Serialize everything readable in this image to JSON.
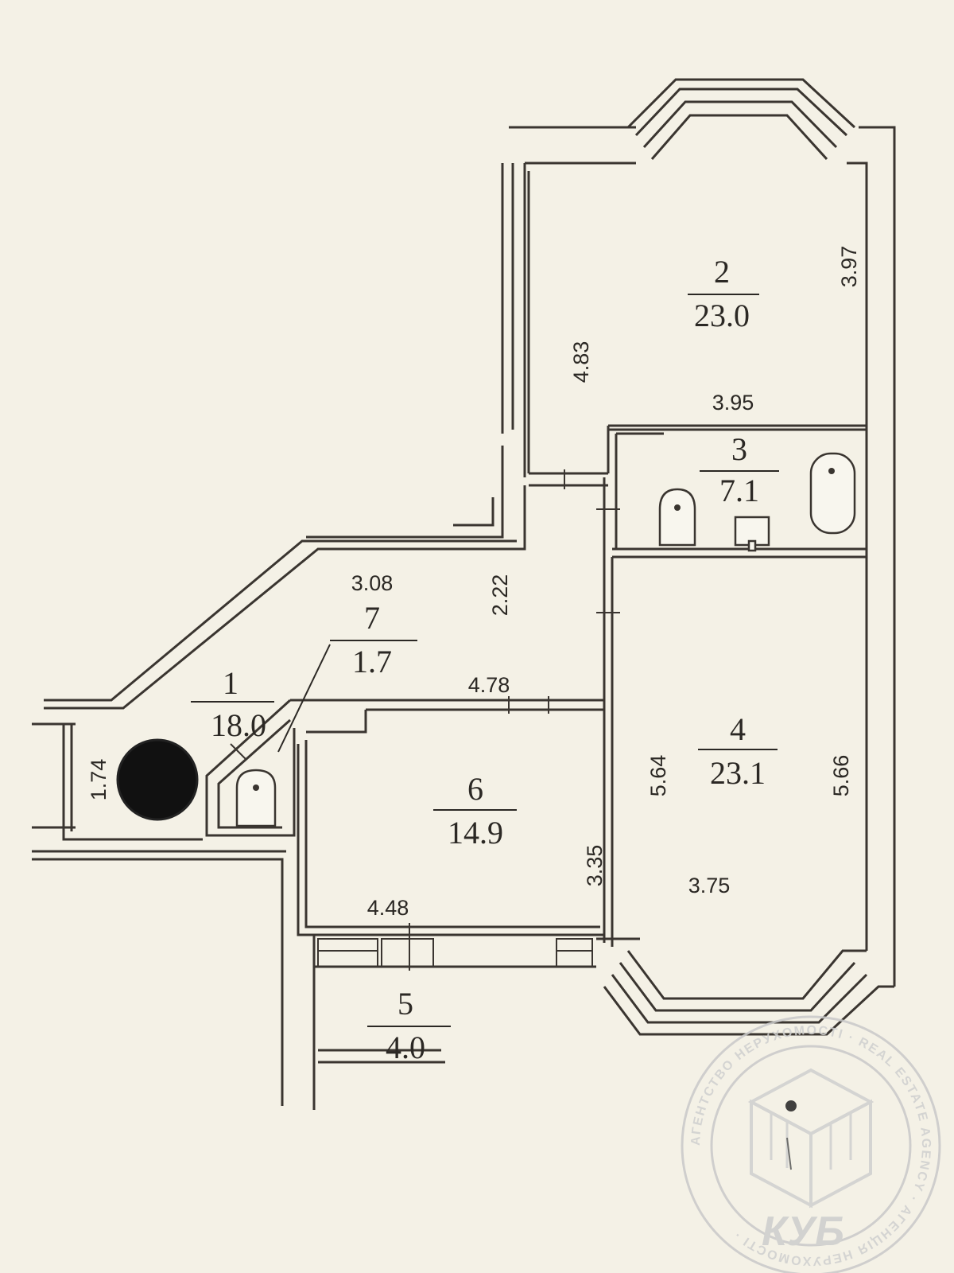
{
  "rooms": [
    {
      "num": "1",
      "area": "18.0"
    },
    {
      "num": "2",
      "area": "23.0"
    },
    {
      "num": "3",
      "area": "7.1"
    },
    {
      "num": "4",
      "area": "23.1"
    },
    {
      "num": "5",
      "area": "4.0"
    },
    {
      "num": "6",
      "area": "14.9"
    },
    {
      "num": "7",
      "area": "1.7"
    }
  ],
  "dimensions": {
    "r2_height_left": "4.83",
    "r2_width": "3.95",
    "r2_height_right": "3.97",
    "hall_width": "3.08",
    "hall_height": "2.22",
    "corridor_width": "4.78",
    "entry_height": "1.74",
    "r6_height": "3.35",
    "r6_width": "4.48",
    "r4_height_left": "5.64",
    "r4_height_right": "5.66",
    "r4_width": "3.75"
  },
  "stamp": {
    "brand": "КУБ",
    "ring_text": "АГЕНТСТВО НЕРУХОМОСТІ · REAL ESTATE AGENCY · АГЕНЦІЯ НЕРУХОМОСТІ ·"
  },
  "colors": {
    "paper": "#f4f1e6",
    "ink": "#3a3530",
    "stamp": "#c9c9c9"
  }
}
